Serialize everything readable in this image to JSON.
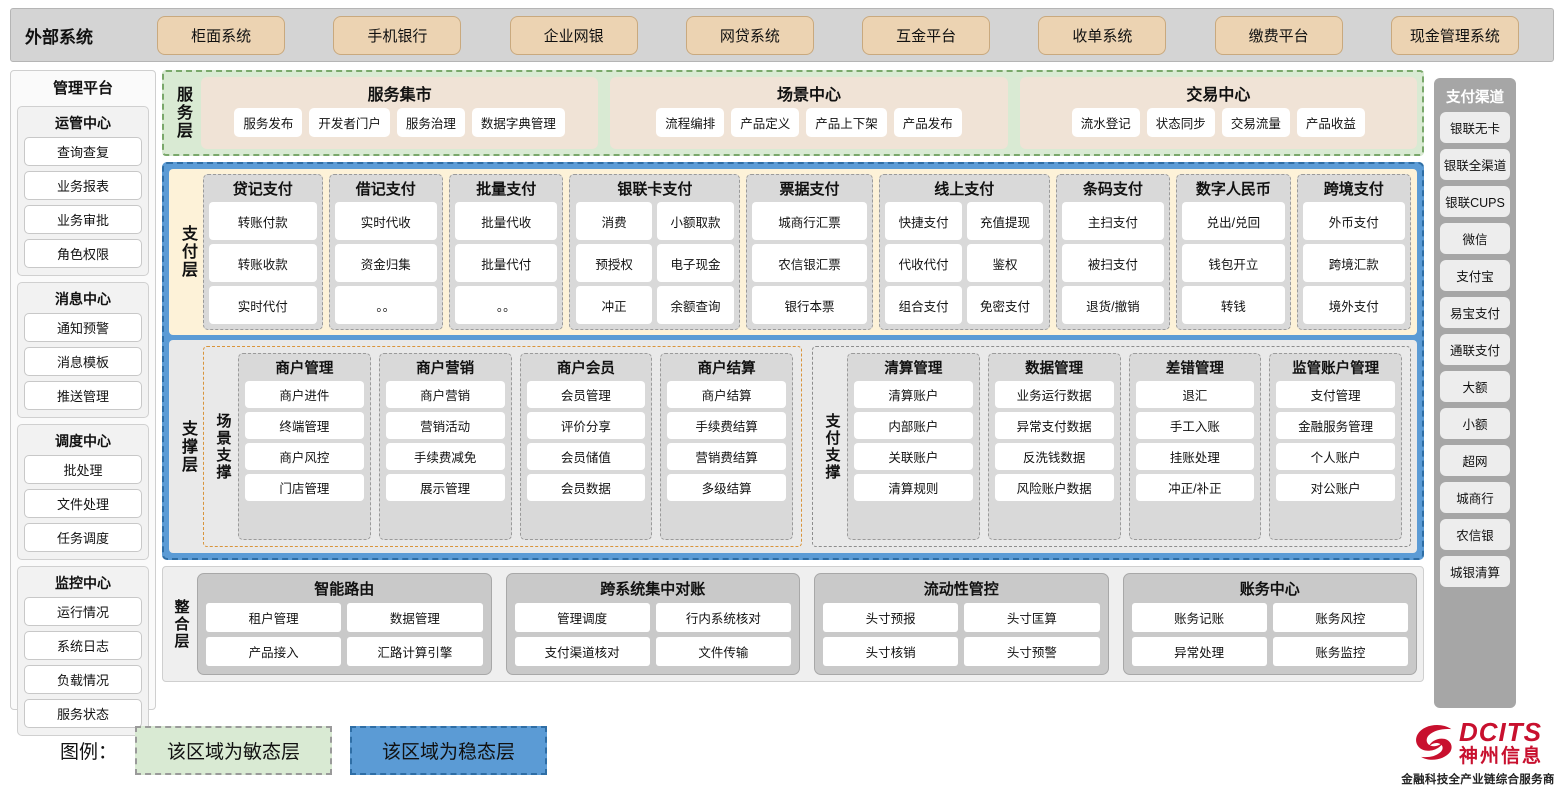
{
  "colors": {
    "agile_green": "#d9ead3",
    "stable_blue": "#5b9bd5",
    "external_chip": "#ecd3b2",
    "brand_red": "#c8102e"
  },
  "topbar": {
    "title": "外部系统",
    "items": [
      "柜面系统",
      "手机银行",
      "企业网银",
      "网贷系统",
      "互金平台",
      "收单系统",
      "缴费平台",
      "现金管理系统"
    ]
  },
  "left_panel": {
    "title": "管理平台",
    "groups": [
      {
        "title": "运管中心",
        "items": [
          "查询查复",
          "业务报表",
          "业务审批",
          "角色权限"
        ]
      },
      {
        "title": "消息中心",
        "items": [
          "通知预警",
          "消息模板",
          "推送管理"
        ]
      },
      {
        "title": "调度中心",
        "items": [
          "批处理",
          "文件处理",
          "任务调度"
        ]
      },
      {
        "title": "监控中心",
        "items": [
          "运行情况",
          "系统日志",
          "负载情况",
          "服务状态"
        ]
      }
    ]
  },
  "service_layer": {
    "label": "服务层",
    "groups": [
      {
        "title": "服务集市",
        "items": [
          "服务发布",
          "开发者门户",
          "服务治理",
          "数据字典管理"
        ]
      },
      {
        "title": "场景中心",
        "items": [
          "流程编排",
          "产品定义",
          "产品上下架",
          "产品发布"
        ]
      },
      {
        "title": "交易中心",
        "items": [
          "流水登记",
          "状态同步",
          "交易流量",
          "产品收益"
        ]
      }
    ]
  },
  "payment_layer": {
    "label": "支付层",
    "columns": [
      {
        "title": "贷记支付",
        "cols": 1,
        "items": [
          "转账付款",
          "转账收款",
          "实时代付"
        ]
      },
      {
        "title": "借记支付",
        "cols": 1,
        "items": [
          "实时代收",
          "资金归集",
          "。。"
        ]
      },
      {
        "title": "批量支付",
        "cols": 1,
        "items": [
          "批量代收",
          "批量代付",
          "。。"
        ]
      },
      {
        "title": "银联卡支付",
        "cols": 2,
        "items": [
          "消费",
          "小额取款",
          "预授权",
          "电子现金",
          "冲正",
          "余额查询"
        ]
      },
      {
        "title": "票据支付",
        "cols": 1,
        "items": [
          "城商行汇票",
          "农信银汇票",
          "银行本票"
        ]
      },
      {
        "title": "线上支付",
        "cols": 2,
        "items": [
          "快捷支付",
          "充值提现",
          "代收代付",
          "鉴权",
          "组合支付",
          "免密支付"
        ]
      },
      {
        "title": "条码支付",
        "cols": 1,
        "items": [
          "主扫支付",
          "被扫支付",
          "退货/撤销"
        ]
      },
      {
        "title": "数字人民币",
        "cols": 1,
        "items": [
          "兑出/兑回",
          "钱包开立",
          "转钱"
        ]
      },
      {
        "title": "跨境支付",
        "cols": 1,
        "items": [
          "外币支付",
          "跨境汇款",
          "境外支付"
        ]
      }
    ]
  },
  "support_layer": {
    "label": "支撑层",
    "zones": [
      {
        "label": "场景支撑",
        "columns": [
          {
            "title": "商户管理",
            "items": [
              "商户进件",
              "终端管理",
              "商户风控",
              "门店管理"
            ]
          },
          {
            "title": "商户营销",
            "items": [
              "商户营销",
              "营销活动",
              "手续费减免",
              "展示管理"
            ]
          },
          {
            "title": "商户会员",
            "items": [
              "会员管理",
              "评价分享",
              "会员储值",
              "会员数据"
            ]
          },
          {
            "title": "商户结算",
            "items": [
              "商户结算",
              "手续费结算",
              "营销费结算",
              "多级结算"
            ]
          }
        ]
      },
      {
        "label": "支付支撑",
        "columns": [
          {
            "title": "清算管理",
            "items": [
              "清算账户",
              "内部账户",
              "关联账户",
              "清算规则"
            ]
          },
          {
            "title": "数据管理",
            "items": [
              "业务运行数据",
              "异常支付数据",
              "反洗钱数据",
              "风险账户数据"
            ]
          },
          {
            "title": "差错管理",
            "items": [
              "退汇",
              "手工入账",
              "挂账处理",
              "冲正/补正"
            ]
          },
          {
            "title": "监管账户管理",
            "items": [
              "支付管理",
              "金融服务管理",
              "个人账户",
              "对公账户"
            ]
          }
        ]
      }
    ]
  },
  "integration_layer": {
    "label": "整合层",
    "columns": [
      {
        "title": "智能路由",
        "items": [
          "租户管理",
          "数据管理",
          "产品接入",
          "汇路计算引擎"
        ]
      },
      {
        "title": "跨系统集中对账",
        "items": [
          "管理调度",
          "行内系统核对",
          "支付渠道核对",
          "文件传输"
        ]
      },
      {
        "title": "流动性管控",
        "items": [
          "头寸预报",
          "头寸匡算",
          "头寸核销",
          "头寸预警"
        ]
      },
      {
        "title": "账务中心",
        "items": [
          "账务记账",
          "账务风控",
          "异常处理",
          "账务监控"
        ]
      }
    ]
  },
  "right_panel": {
    "title": "支付渠道",
    "items": [
      "银联无卡",
      "银联全渠道",
      "银联CUPS",
      "微信",
      "支付宝",
      "易宝支付",
      "通联支付",
      "大额",
      "小额",
      "超网",
      "城商行",
      "农信银",
      "城银清算"
    ]
  },
  "legend": {
    "label": "图例：",
    "agile": "该区域为敏态层",
    "stable": "该区域为稳态层"
  },
  "logo": {
    "name": "DCITS",
    "name_cn": "神州信息",
    "tagline": "金融科技全产业链综合服务商"
  }
}
